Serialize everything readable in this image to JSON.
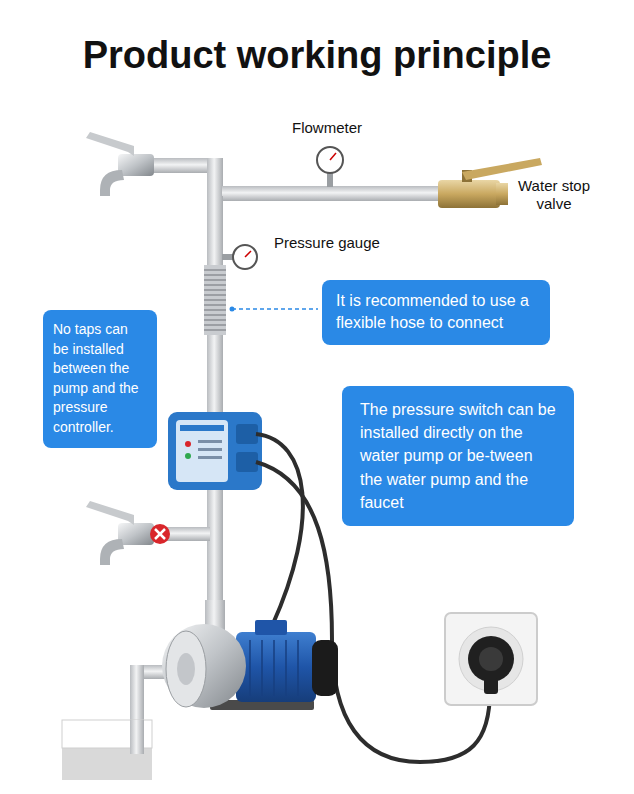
{
  "diagram": {
    "title": "Product working principle",
    "nodes": [
      {
        "text": [
          "It is recommended to use a flexible hose to connect"
        ]
      },
      {
        "text": [
          "No taps can be installed between the pump and the pressure controller."
        ]
      },
      {
        "text": [
          "The pressure switch can be installed directly on the water pump or be-tween the water pump and the faucet"
        ]
      }
    ],
    "labels": [
      "Flowmeter",
      "Water stop valve",
      "Pressure gauge"
    ]
  }
}
